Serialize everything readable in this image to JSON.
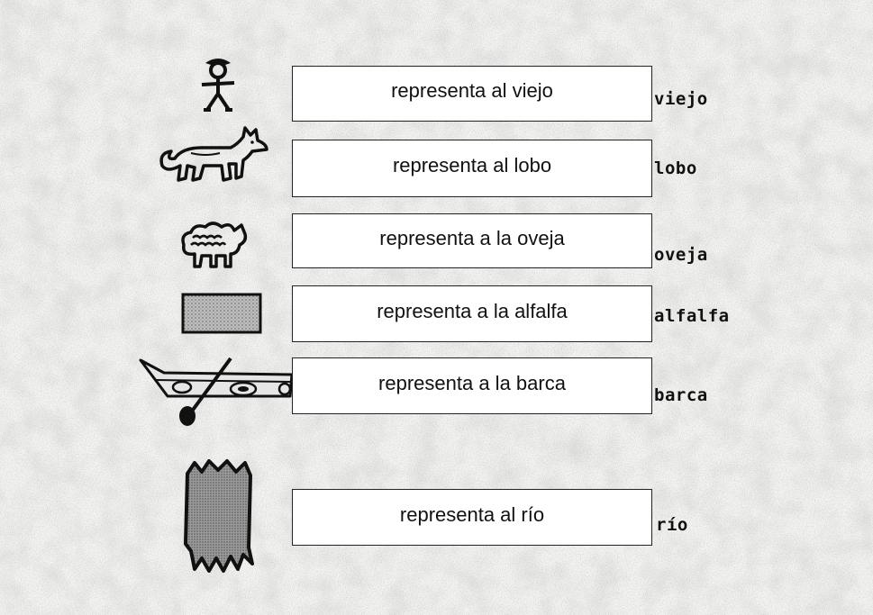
{
  "rows": [
    {
      "icon": "old-man-icon",
      "caption": "representa al viejo",
      "word": "viejo"
    },
    {
      "icon": "wolf-icon",
      "caption": "representa al lobo",
      "word": "lobo"
    },
    {
      "icon": "sheep-icon",
      "caption": "representa a la oveja",
      "word": "oveja"
    },
    {
      "icon": "alfalfa-icon",
      "caption": "representa a la alfalfa",
      "word": "alfalfa"
    },
    {
      "icon": "boat-icon",
      "caption": "representa a la barca",
      "word": "barca"
    },
    {
      "icon": "river-icon",
      "caption": "representa al río",
      "word": "río"
    }
  ]
}
